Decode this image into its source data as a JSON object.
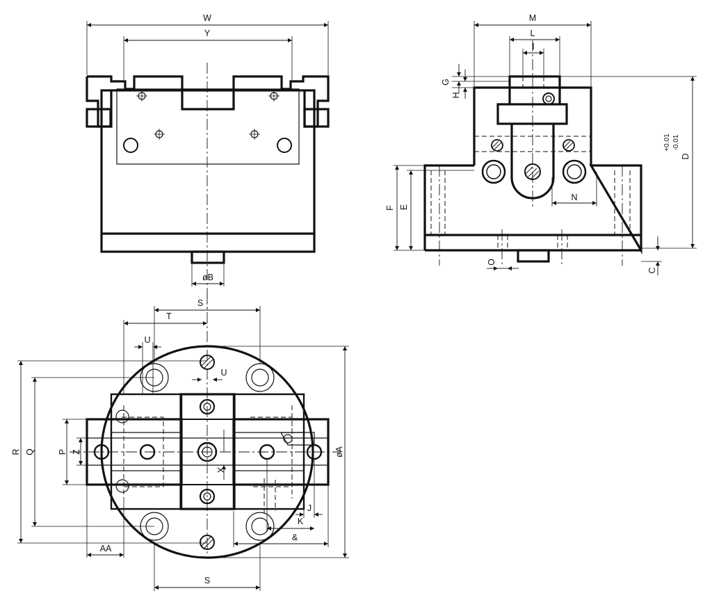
{
  "labels": {
    "W": "W",
    "Y": "Y",
    "M": "M",
    "L": "L",
    "I": "I",
    "G": "G",
    "H": "H",
    "D": "D",
    "tol_plus": "+0.01",
    "tol_minus": "-0.01",
    "F": "F",
    "E": "E",
    "N": "N",
    "O": "O",
    "C": "C",
    "B": "øB",
    "S_top": "S",
    "T": "T",
    "U1": "U",
    "U2": "U",
    "R": "R",
    "Q": "Q",
    "P": "P",
    "Z": "Z",
    "X": "X",
    "A": "øA",
    "J": "J",
    "K": "K",
    "amp": "&",
    "AA": "AA",
    "S_bottom": "S"
  },
  "colors": {
    "line": "#111111",
    "background": "#ffffff"
  }
}
